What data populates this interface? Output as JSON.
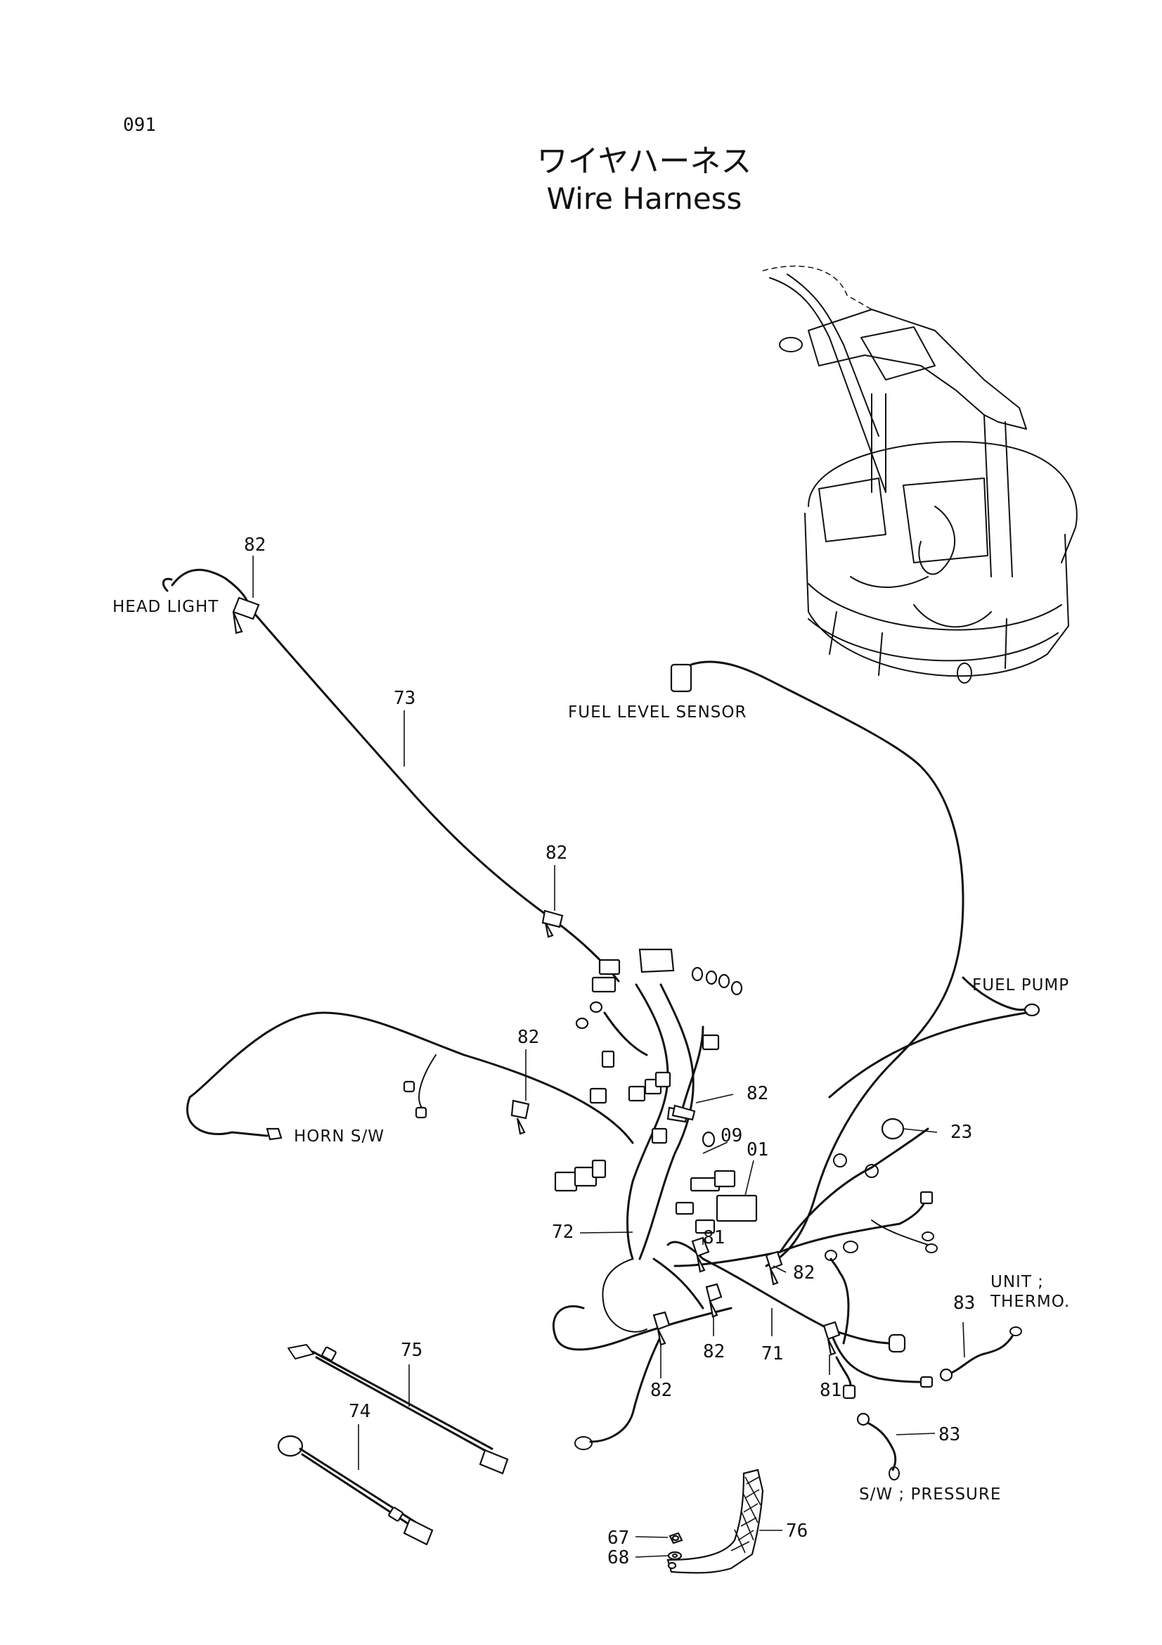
{
  "page": {
    "number": "091"
  },
  "title": {
    "japanese": "ワイヤハーネス",
    "english": "Wire Harness"
  },
  "labels": {
    "head_light": "HEAD LIGHT",
    "fuel_level_sensor": "FUEL LEVEL SENSOR",
    "fuel_pump": "FUEL PUMP",
    "horn_sw": "HORN  S/W",
    "unit_thermo_line1": "UNIT ;",
    "unit_thermo_line2": "THERMO.",
    "sw_pressure": "S/W ; PRESSURE"
  },
  "part_callouts": [
    "82",
    "73",
    "82",
    "82",
    "82",
    "09",
    "01",
    "23",
    "72",
    "81",
    "82",
    "83",
    "75",
    "74",
    "82",
    "82",
    "71",
    "81",
    "83",
    "76",
    "67",
    "68"
  ]
}
